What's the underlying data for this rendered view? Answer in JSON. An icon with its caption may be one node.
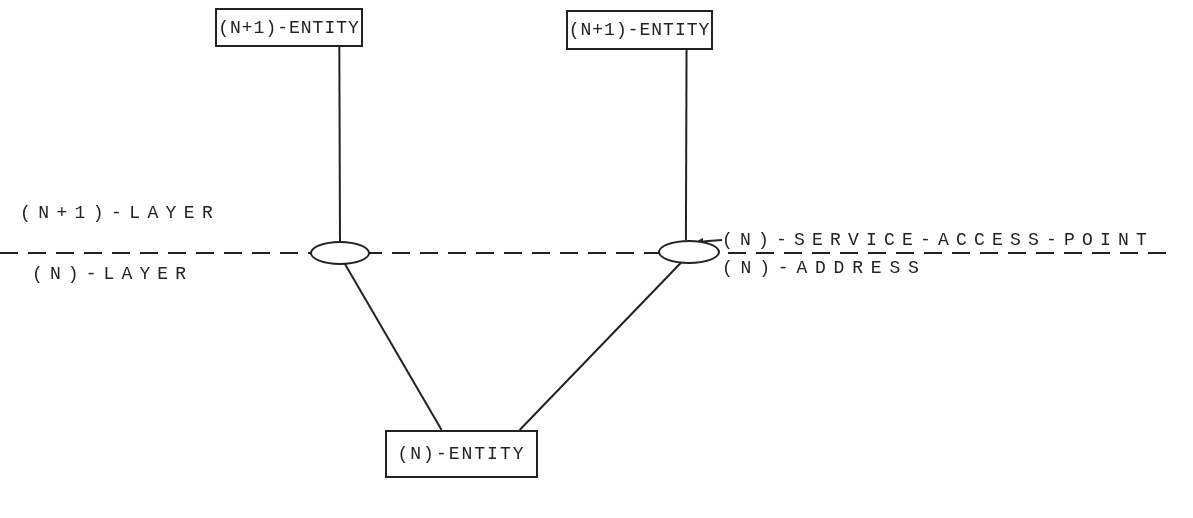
{
  "diagram": {
    "nodes": [
      {
        "text": [
          "(N+1)-ENTITY"
        ]
      },
      {
        "text": [
          "(N+1)-ENTITY"
        ]
      },
      {
        "text": [],
        "shape": "ellipse"
      },
      {
        "text": [],
        "shape": "ellipse"
      },
      {
        "text": [
          "(N)-ENTITY"
        ]
      },
      {
        "text": [
          "(N)-SERVICE-ACCESS-POINT"
        ]
      }
    ],
    "edges": [
      {
        "from": 0,
        "to": 2,
        "arrow": "none"
      },
      {
        "from": 1,
        "to": 3,
        "arrow": "none"
      },
      {
        "from": 2,
        "to": 4,
        "arrow": "none"
      },
      {
        "from": 3,
        "to": 4,
        "arrow": "none"
      },
      {
        "from": 5,
        "to": 3,
        "arrow": "to"
      }
    ],
    "labels": [
      "(N+1)-LAYER",
      "(N)-LAYER",
      "(N)-ADDRESS"
    ]
  }
}
